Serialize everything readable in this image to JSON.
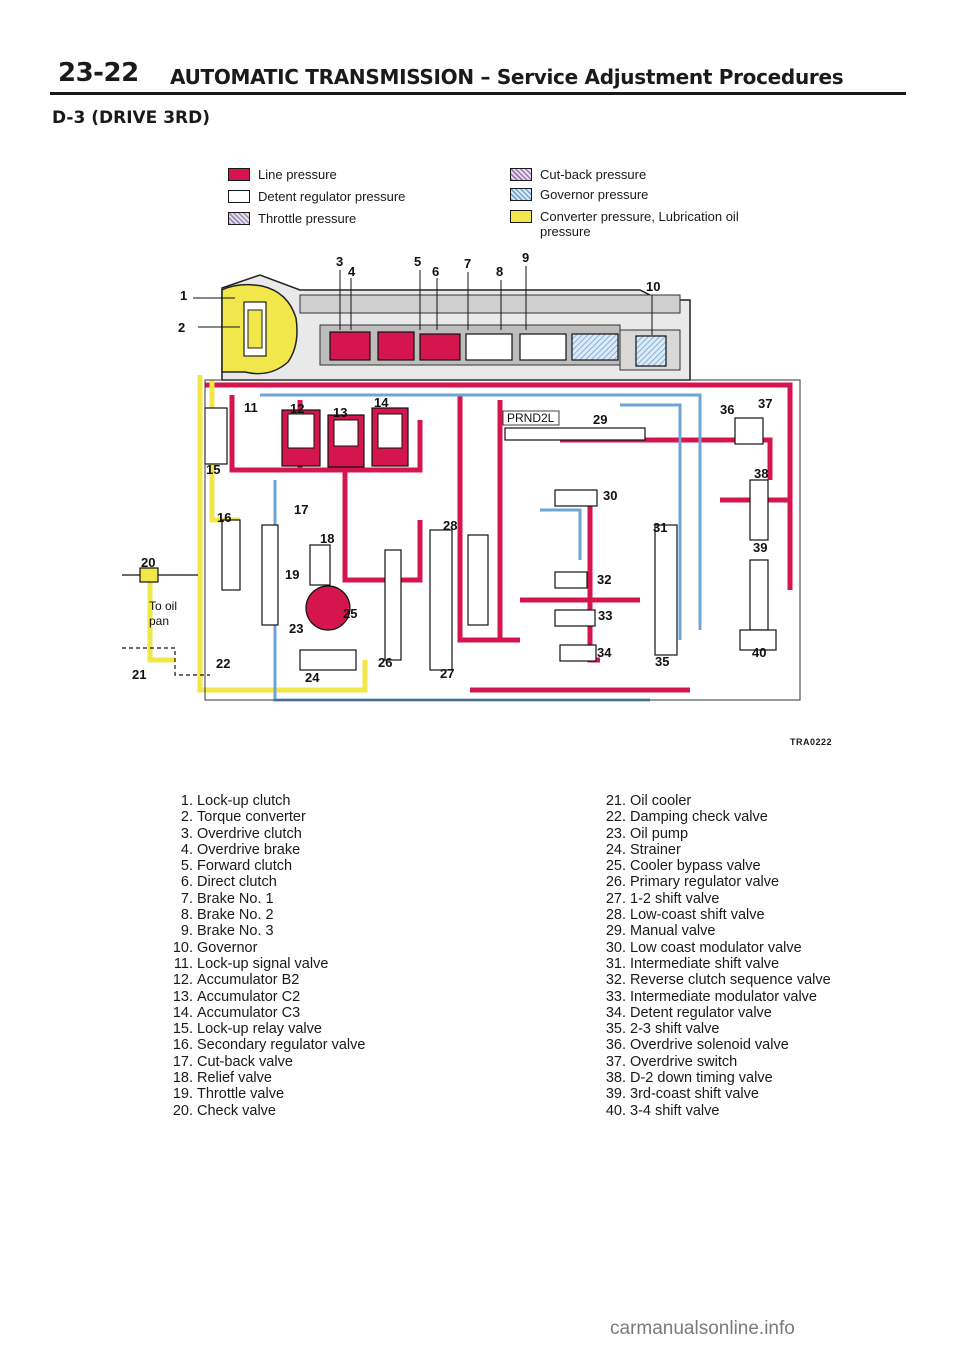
{
  "header": {
    "page_number": "23-22",
    "title": "AUTOMATIC TRANSMISSION – Service Adjustment Procedures"
  },
  "section": {
    "title": "D-3 (DRIVE 3RD)"
  },
  "legend": [
    {
      "label": "Line pressure",
      "color": "#d4154e",
      "pattern": "solid"
    },
    {
      "label": "Detent regulator pressure",
      "color": "#ffffff",
      "pattern": "empty"
    },
    {
      "label": "Throttle pressure",
      "color": "#c9c0d6",
      "pattern": "hatched"
    },
    {
      "label": "Cut-back pressure",
      "color": "#c0a8d0",
      "pattern": "hatched"
    },
    {
      "label": "Governor pressure",
      "color": "#a9c9e6",
      "pattern": "hatched"
    },
    {
      "label": "Converter pressure, Lubrication oil pressure",
      "color": "#f1e74a",
      "pattern": "solid"
    }
  ],
  "diagram": {
    "callouts": [
      "1",
      "2",
      "3",
      "4",
      "5",
      "6",
      "7",
      "8",
      "9",
      "10",
      "11",
      "12",
      "13",
      "14",
      "15",
      "16",
      "17",
      "18",
      "19",
      "20",
      "21",
      "22",
      "23",
      "24",
      "25",
      "26",
      "27",
      "28",
      "29",
      "30",
      "31",
      "32",
      "33",
      "34",
      "35",
      "36",
      "37",
      "38",
      "39",
      "40"
    ],
    "labels": {
      "to_oil": "To oil",
      "pan": "pan",
      "selector": "PRND2L"
    },
    "code": "TRA0222"
  },
  "parts_left": [
    {
      "n": "1.",
      "name": "Lock-up clutch"
    },
    {
      "n": "2.",
      "name": "Torque converter"
    },
    {
      "n": "3.",
      "name": "Overdrive clutch"
    },
    {
      "n": "4.",
      "name": "Overdrive brake"
    },
    {
      "n": "5.",
      "name": "Forward clutch"
    },
    {
      "n": "6.",
      "name": "Direct clutch"
    },
    {
      "n": "7.",
      "name": "Brake No. 1"
    },
    {
      "n": "8.",
      "name": "Brake No. 2"
    },
    {
      "n": "9.",
      "name": "Brake No. 3"
    },
    {
      "n": "10.",
      "name": "Governor"
    },
    {
      "n": "11.",
      "name": "Lock-up signal valve"
    },
    {
      "n": "12.",
      "name": "Accumulator B2"
    },
    {
      "n": "13.",
      "name": "Accumulator C2"
    },
    {
      "n": "14.",
      "name": "Accumulator C3"
    },
    {
      "n": "15.",
      "name": "Lock-up relay valve"
    },
    {
      "n": "16.",
      "name": "Secondary regulator valve"
    },
    {
      "n": "17.",
      "name": "Cut-back valve"
    },
    {
      "n": "18.",
      "name": "Relief valve"
    },
    {
      "n": "19.",
      "name": "Throttle valve"
    },
    {
      "n": "20.",
      "name": "Check valve"
    }
  ],
  "parts_right": [
    {
      "n": "21.",
      "name": "Oil cooler"
    },
    {
      "n": "22.",
      "name": "Damping check valve"
    },
    {
      "n": "23.",
      "name": "Oil pump"
    },
    {
      "n": "24.",
      "name": "Strainer"
    },
    {
      "n": "25.",
      "name": "Cooler bypass valve"
    },
    {
      "n": "26.",
      "name": "Primary regulator valve"
    },
    {
      "n": "27.",
      "name": "1-2 shift valve"
    },
    {
      "n": "28.",
      "name": "Low-coast shift valve"
    },
    {
      "n": "29.",
      "name": "Manual valve"
    },
    {
      "n": "30.",
      "name": "Low coast modulator valve"
    },
    {
      "n": "31.",
      "name": "Intermediate shift valve"
    },
    {
      "n": "32.",
      "name": "Reverse clutch sequence valve"
    },
    {
      "n": "33.",
      "name": "Intermediate modulator valve"
    },
    {
      "n": "34.",
      "name": "Detent regulator valve"
    },
    {
      "n": "35.",
      "name": "2-3 shift valve"
    },
    {
      "n": "36.",
      "name": "Overdrive solenoid valve"
    },
    {
      "n": "37.",
      "name": "Overdrive switch"
    },
    {
      "n": "38.",
      "name": "D-2 down timing valve"
    },
    {
      "n": "39.",
      "name": "3rd-coast shift valve"
    },
    {
      "n": "40.",
      "name": "3-4 shift valve"
    }
  ],
  "watermark": "carmanualsonline.info"
}
